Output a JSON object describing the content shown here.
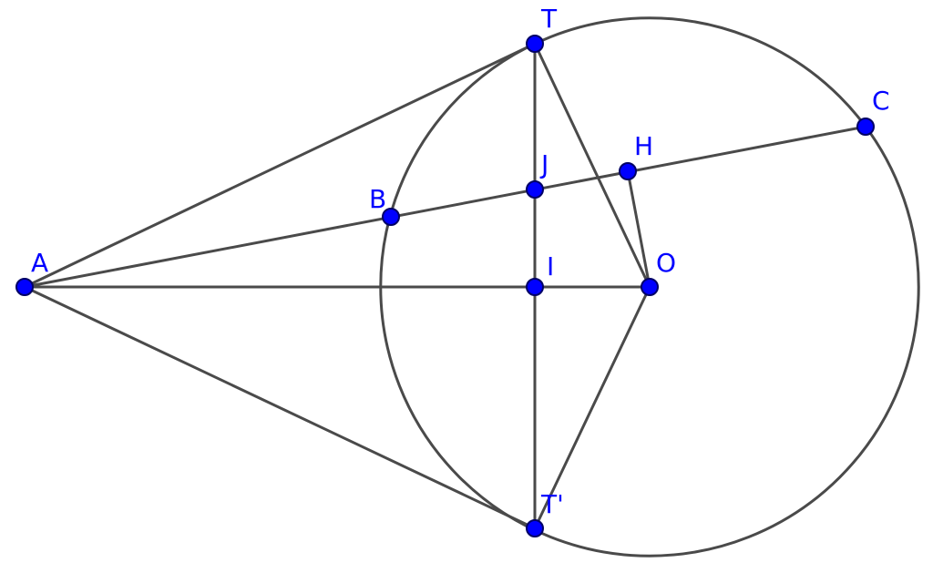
{
  "colors": {
    "point_fill": "#0000ff",
    "label": "#0000ff",
    "line": "#4a4a4a"
  },
  "points": [
    {
      "id": "A",
      "label": "A"
    },
    {
      "id": "B",
      "label": "B"
    },
    {
      "id": "C",
      "label": "C"
    },
    {
      "id": "H",
      "label": "H"
    },
    {
      "id": "J",
      "label": "J"
    },
    {
      "id": "I",
      "label": "I"
    },
    {
      "id": "O",
      "label": "O"
    },
    {
      "id": "T",
      "label": "T"
    },
    {
      "id": "T2",
      "label": "T'"
    }
  ],
  "segments": [
    [
      "A",
      "T"
    ],
    [
      "A",
      "T2"
    ],
    [
      "A",
      "O"
    ],
    [
      "A",
      "C"
    ],
    [
      "T",
      "T2"
    ],
    [
      "T",
      "O"
    ],
    [
      "T2",
      "O"
    ],
    [
      "O",
      "H"
    ]
  ],
  "circle": {
    "center": "O",
    "through": "T"
  }
}
